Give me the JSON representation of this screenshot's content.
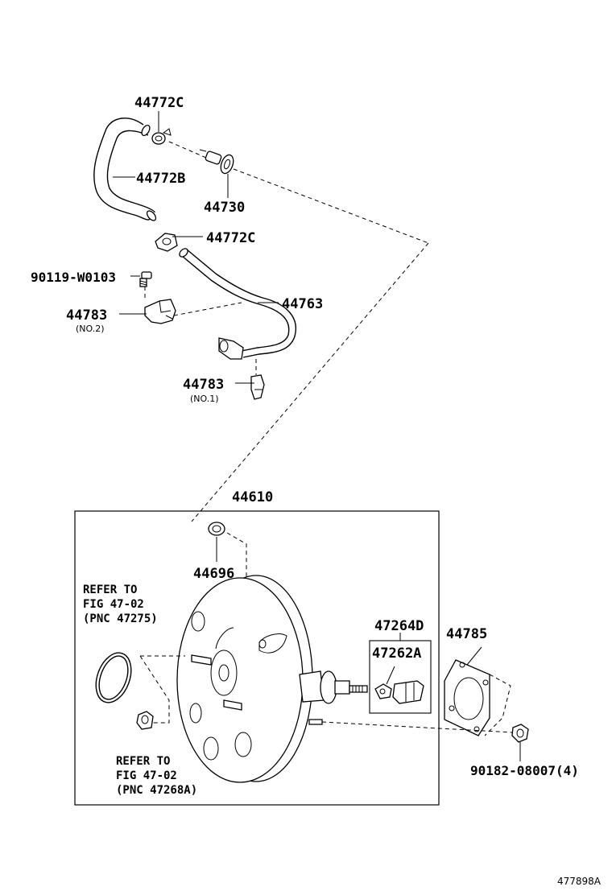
{
  "parts": {
    "p44772c_top": "44772C",
    "p44772b": "44772B",
    "p44730": "44730",
    "p44772c_mid": "44772C",
    "p90119": "90119-W0103",
    "p44783_no2": "44783",
    "p44783_no2_sub": "(NO.2)",
    "p44763": "44763",
    "p44783_no1": "44783",
    "p44783_no1_sub": "(NO.1)",
    "p44610": "44610",
    "p44696": "44696",
    "p47264d": "47264D",
    "p47262a": "47262A",
    "p44785": "44785",
    "p90182": "90182-08007(4)"
  },
  "refs": {
    "ref1": {
      "line1": "REFER TO",
      "line2": "FIG 47-02",
      "line3": "(PNC 47275)"
    },
    "ref2": {
      "line1": "REFER TO",
      "line2": "FIG 47-02",
      "line3": "(PNC 47268A)"
    }
  },
  "figure_code": "477898A"
}
